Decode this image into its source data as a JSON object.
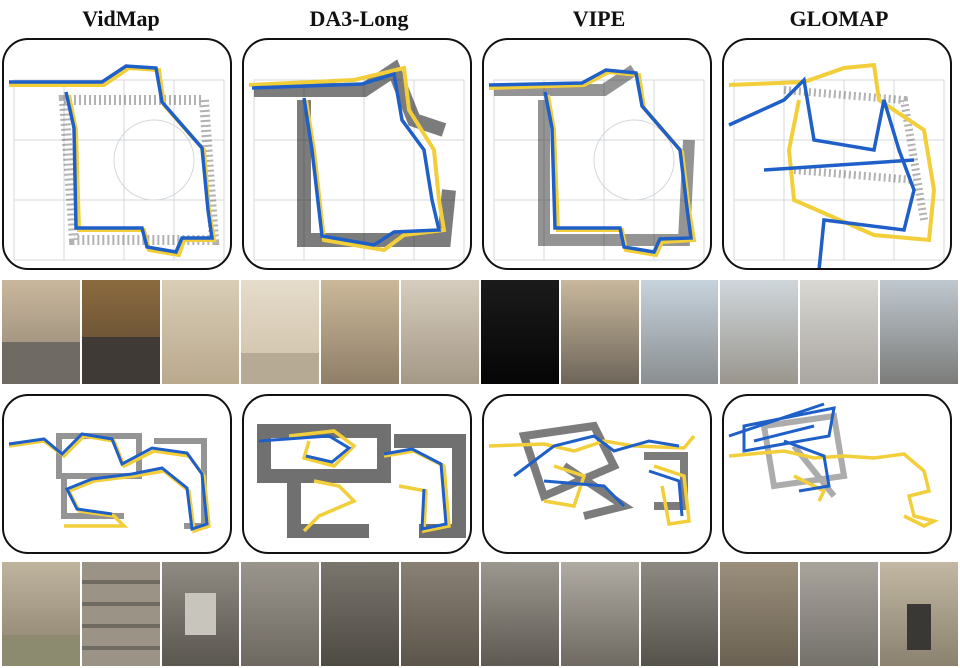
{
  "methods": [
    {
      "id": "vidmap",
      "label": "VidMap"
    },
    {
      "id": "da3long",
      "label": "DA3-Long"
    },
    {
      "id": "vipe",
      "label": "VIPE"
    },
    {
      "id": "glomap",
      "label": "GLOMAP"
    }
  ],
  "colors": {
    "estimate": "#1f5fc8",
    "ground_truth": "#f2cf3a",
    "points": "#1a1a1a",
    "floorplan": "#cfd4d8"
  },
  "photo_rows": [
    {
      "id": "indoor",
      "count": 12
    },
    {
      "id": "bunker",
      "count": 12
    }
  ]
}
